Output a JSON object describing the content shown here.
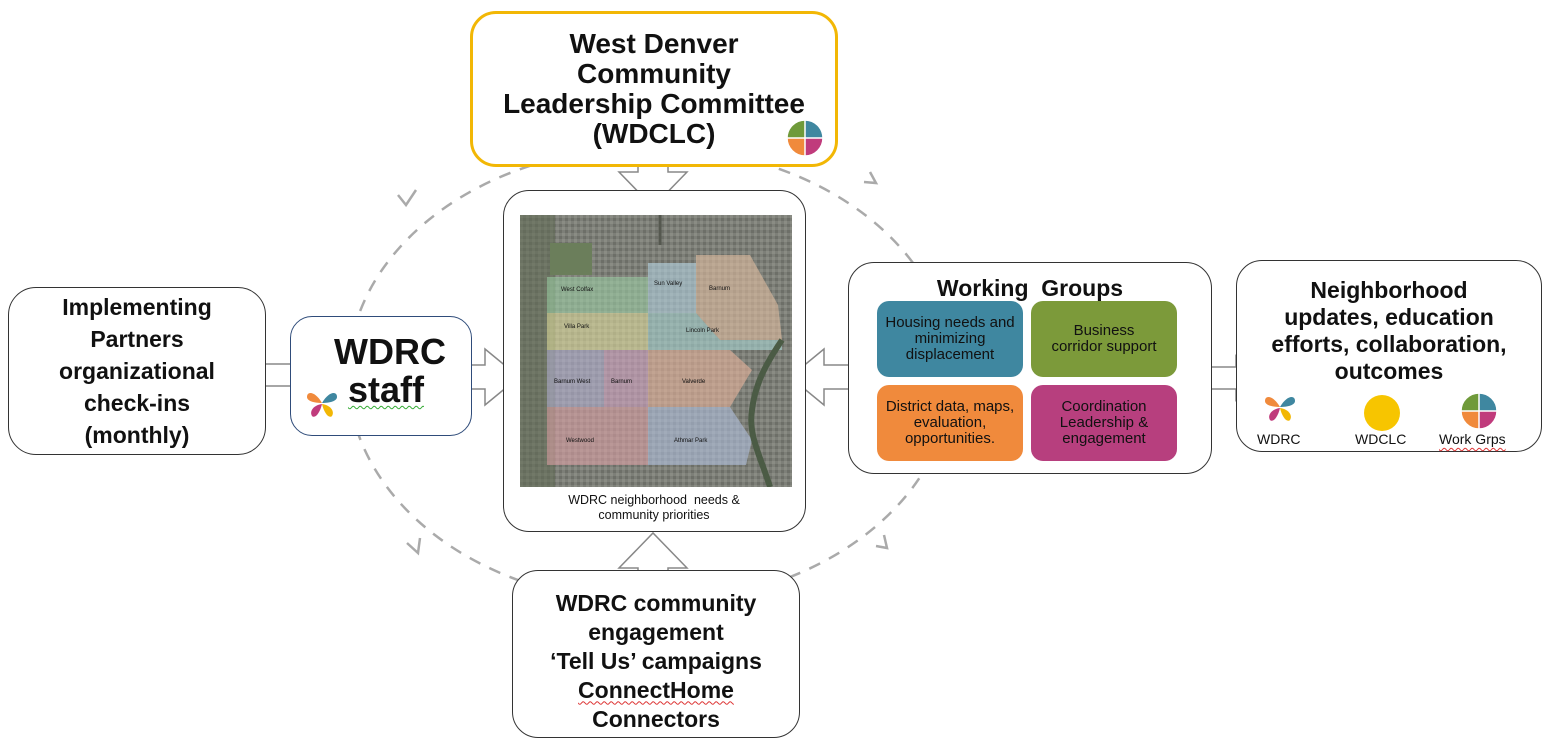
{
  "wdclc": {
    "lines": [
      "West Denver",
      "Community",
      "Leadership Committee",
      "(WDCLC)"
    ],
    "border_color": "#f2b705"
  },
  "center": {
    "caption_line1": "WDRC neighborhood  needs &",
    "caption_line2": "community priorities",
    "map_labels": [
      "West Colfax",
      "Sun Valley",
      "Barnum",
      "Villa Park",
      "Lincoln Park",
      "Barnum West",
      "Barnum",
      "Valverde",
      "Westwood",
      "Athmar Park"
    ]
  },
  "implementing": {
    "lines": [
      "Implementing",
      "Partners",
      "organizational",
      "check-ins",
      "(monthly)"
    ]
  },
  "staff": {
    "line1": "WDRC",
    "line2": "staff"
  },
  "working_groups": {
    "title": "Working  Groups",
    "groups": [
      {
        "label": "Housing needs and minimizing displacement",
        "color": "#3f87a0"
      },
      {
        "label": "Business corridor support",
        "color": "#7c9a3a"
      },
      {
        "label": "District data, maps, evaluation, opportunities.",
        "color": "#f08a3c"
      },
      {
        "label": "Coordination Leadership & engagement",
        "color": "#b73f7e"
      }
    ]
  },
  "neighborhood": {
    "lines": [
      "Neighborhood",
      "updates, education",
      "efforts, collaboration,",
      "outcomes"
    ],
    "legend": [
      {
        "label": "WDRC",
        "icon": "butterfly-icon"
      },
      {
        "label": "WDCLC",
        "icon": "yellow-circle-icon",
        "color": "#f7c500"
      },
      {
        "label": "Work Grps",
        "icon": "quadrant-circle-icon"
      }
    ]
  },
  "engagement": {
    "lines": [
      "WDRC community",
      "engagement",
      "‘Tell Us’ campaigns",
      "ConnectHome",
      "Connectors"
    ]
  },
  "colors": {
    "quad_green": "#6f9a3a",
    "quad_blue": "#3f87a0",
    "quad_orange": "#f08a3c",
    "quad_magenta": "#c03b7c",
    "arrow_gray": "#aaaaaa"
  }
}
